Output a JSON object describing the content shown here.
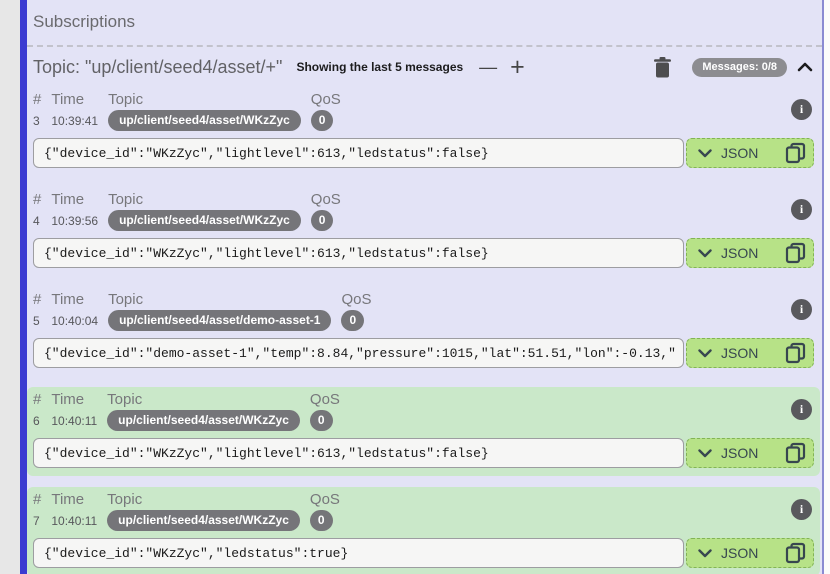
{
  "panel": {
    "title": "Subscriptions",
    "topic_header": {
      "label": "Topic: \"up/client/seed4/asset/+\"",
      "showing": "Showing the last 5 messages",
      "minus": "—",
      "plus": "+",
      "messages_badge": "Messages: 0/8"
    },
    "table_headers": {
      "num": "#",
      "time": "Time",
      "topic": "Topic",
      "qos": "QoS"
    },
    "json_button_label": "JSON",
    "info_glyph": "i",
    "messages": [
      {
        "num": "3",
        "time": "10:39:41",
        "topic": "up/client/seed4/asset/WKzZyc",
        "qos": "0",
        "payload": "{\"device_id\":\"WKzZyc\",\"lightlevel\":613,\"ledstatus\":false}",
        "highlight": false
      },
      {
        "num": "4",
        "time": "10:39:56",
        "topic": "up/client/seed4/asset/WKzZyc",
        "qos": "0",
        "payload": "{\"device_id\":\"WKzZyc\",\"lightlevel\":613,\"ledstatus\":false}",
        "highlight": false
      },
      {
        "num": "5",
        "time": "10:40:04",
        "topic": "up/client/seed4/asset/demo-asset-1",
        "qos": "0",
        "payload": "{\"device_id\":\"demo-asset-1\",\"temp\":8.84,\"pressure\":1015,\"lat\":51.51,\"lon\":-0.13,\"",
        "highlight": false
      },
      {
        "num": "6",
        "time": "10:40:11",
        "topic": "up/client/seed4/asset/WKzZyc",
        "qos": "0",
        "payload": "{\"device_id\":\"WKzZyc\",\"lightlevel\":613,\"ledstatus\":false}",
        "highlight": true
      },
      {
        "num": "7",
        "time": "10:40:11",
        "topic": "up/client/seed4/asset/WKzZyc",
        "qos": "0",
        "payload": "{\"device_id\":\"WKzZyc\",\"ledstatus\":true}",
        "highlight": true
      }
    ],
    "colors": {
      "panel_bg": "#e3e3f6",
      "accent_blue": "#3b3bd1",
      "highlight_green": "#cae8c9",
      "button_green": "#b7e287",
      "pill_gray": "#757579"
    }
  }
}
